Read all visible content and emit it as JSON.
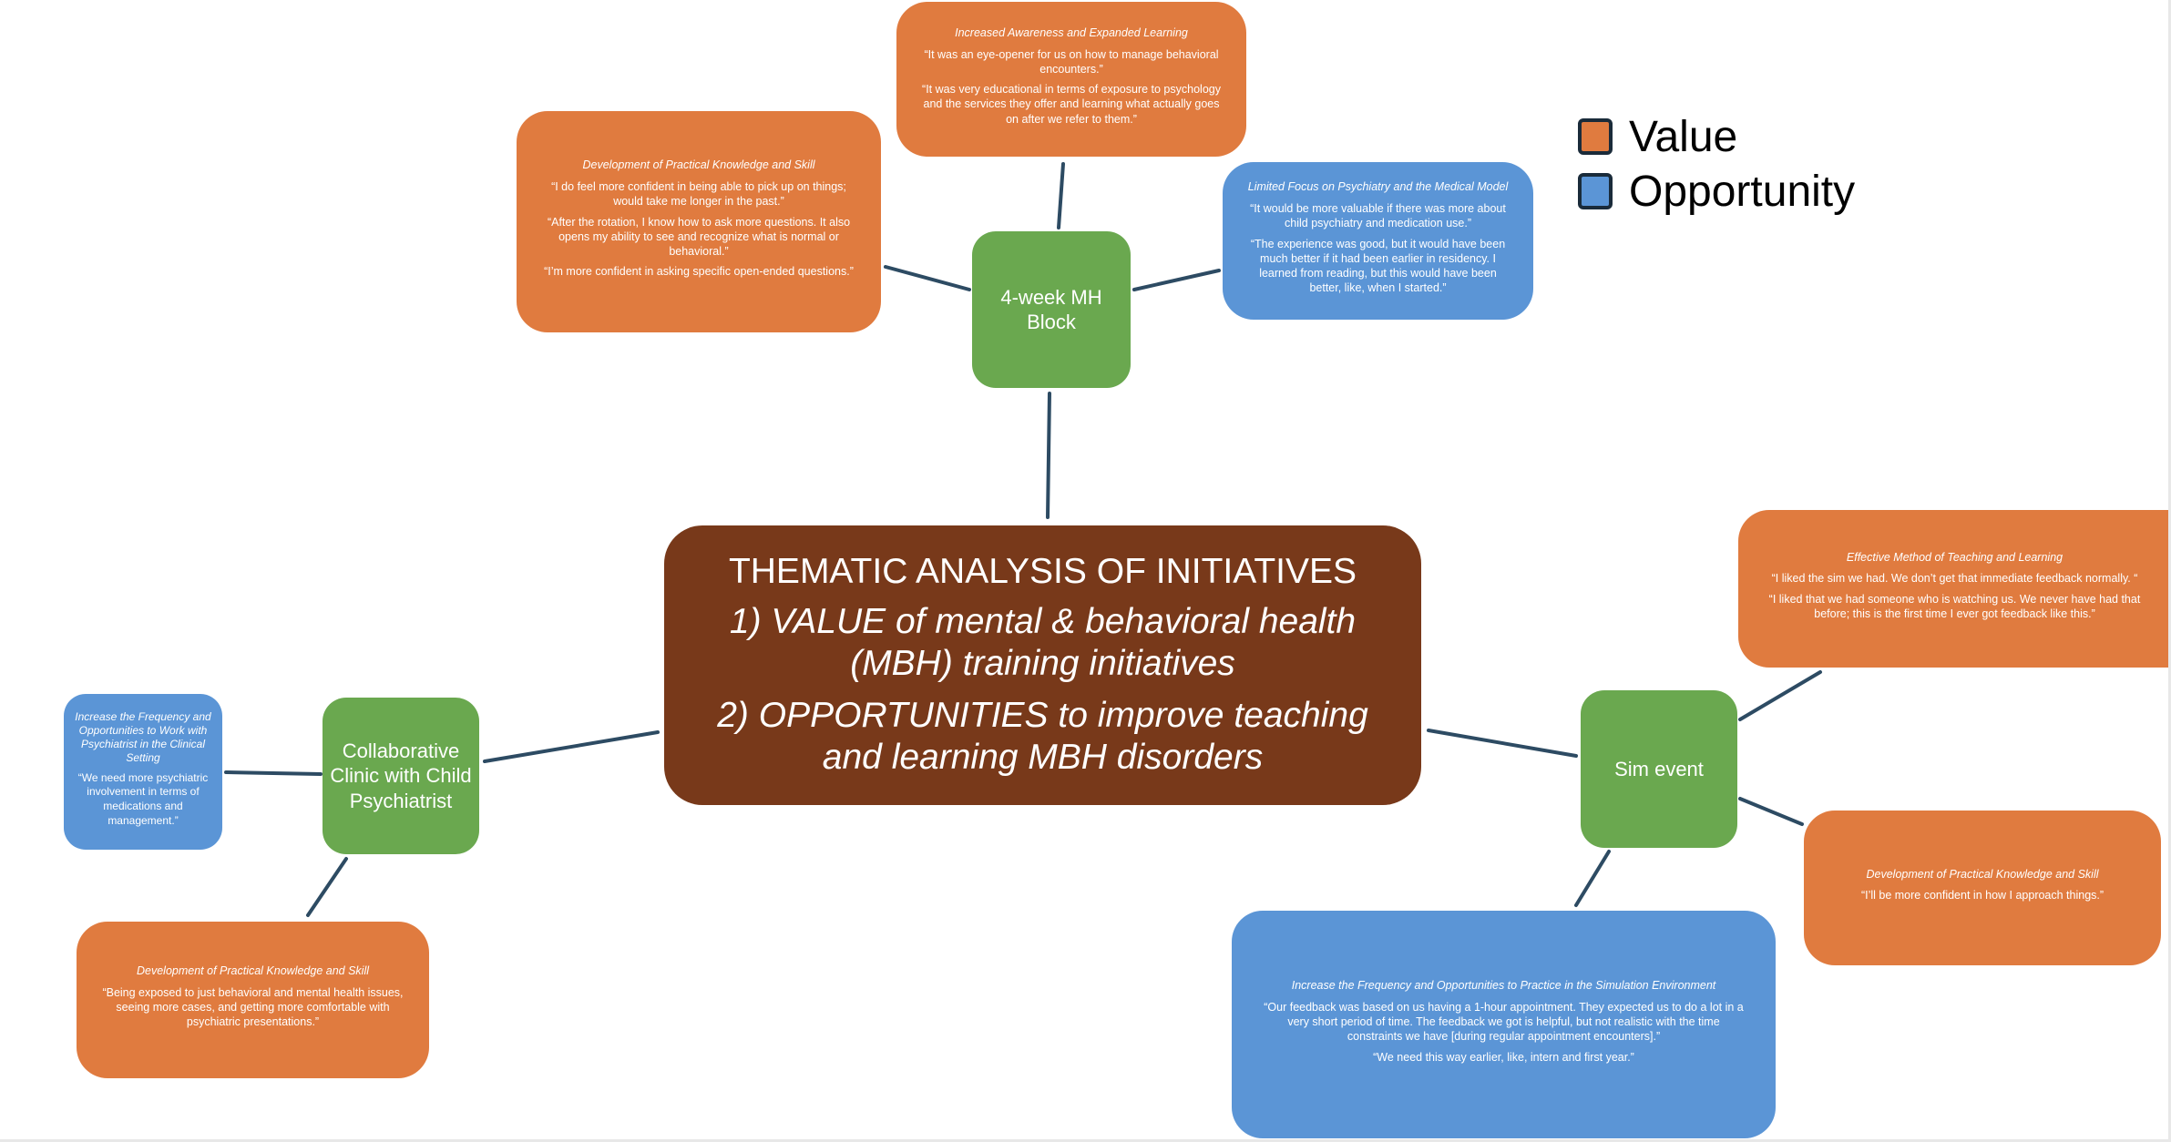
{
  "central": {
    "title": "THEMATIC ANALYSIS OF INITIATIVES",
    "line1": "1) VALUE of mental & behavioral health (MBH) training initiatives",
    "line2": "2) OPPORTUNITIES to improve teaching and learning MBH disorders"
  },
  "themes": {
    "mh_block": "4-week MH Block",
    "clinic": "Collaborative Clinic with Child Psychiatrist",
    "sim": "Sim event"
  },
  "legend": {
    "value": "Value",
    "opportunity": "Opportunity"
  },
  "colors": {
    "value": "#e07b3f",
    "opportunity": "#5b95d6",
    "theme": "#6aa84f",
    "central": "#78391a",
    "connector": "#2d4b63"
  },
  "boxes": {
    "awareness": {
      "title": "Increased Awareness and Expanded Learning",
      "quotes": [
        "“It was an eye-opener for us on how to manage behavioral encounters.”",
        "“It was very educational in terms of exposure to psychology and the services they offer and learning what actually goes on after we refer to them.”"
      ]
    },
    "practical_block": {
      "title": "Development of Practical Knowledge and Skill",
      "quotes": [
        "“I do feel more confident in being able to pick up on things; would take me longer in the past.”",
        "“After the rotation, I know how to ask more questions. It also opens my ability to see and recognize what is normal or behavioral.”",
        "“I’m more confident in asking specific open-ended questions.”"
      ]
    },
    "psychiatry_focus": {
      "title": "Limited Focus on Psychiatry and the Medical Model",
      "quotes": [
        "“It would be more valuable if there was more about child psychiatry and medication use.”",
        "“The experience was good, but it would have been much better if it had been earlier in residency. I learned from reading, but this would have been better, like, when I started.”"
      ]
    },
    "clinic_opp": {
      "title": "Increase the Frequency and Opportunities to Work with Psychiatrist in the Clinical Setting",
      "quotes": [
        "“We need more psychiatric involvement in terms of medications and management.”"
      ]
    },
    "practical_clinic": {
      "title": "Development of Practical Knowledge and Skill",
      "quotes": [
        "“Being exposed to just behavioral and mental health issues, seeing more cases, and getting more comfortable with psychiatric presentations.”"
      ]
    },
    "effective_method": {
      "title": "Effective Method of Teaching and Learning",
      "quotes": [
        "“I liked the sim we had. We don’t get that immediate feedback normally. “",
        "“I liked that we had someone who is watching us. We never have had that before; this is the first time I ever got feedback like this.”"
      ]
    },
    "practical_sim": {
      "title": "Development of Practical Knowledge and Skill",
      "quotes": [
        "“I’ll be more confident in how I approach things.”"
      ]
    },
    "sim_opp": {
      "title": "Increase the Frequency and Opportunities to Practice in the Simulation Environment",
      "quotes": [
        "“Our feedback was based on us having a 1-hour appointment. They expected us to do a lot in a very short period of time. The feedback we got is helpful, but not realistic with the time constraints we have [during regular appointment encounters].”",
        "“We need this way earlier, like, intern and first year.”"
      ]
    }
  }
}
